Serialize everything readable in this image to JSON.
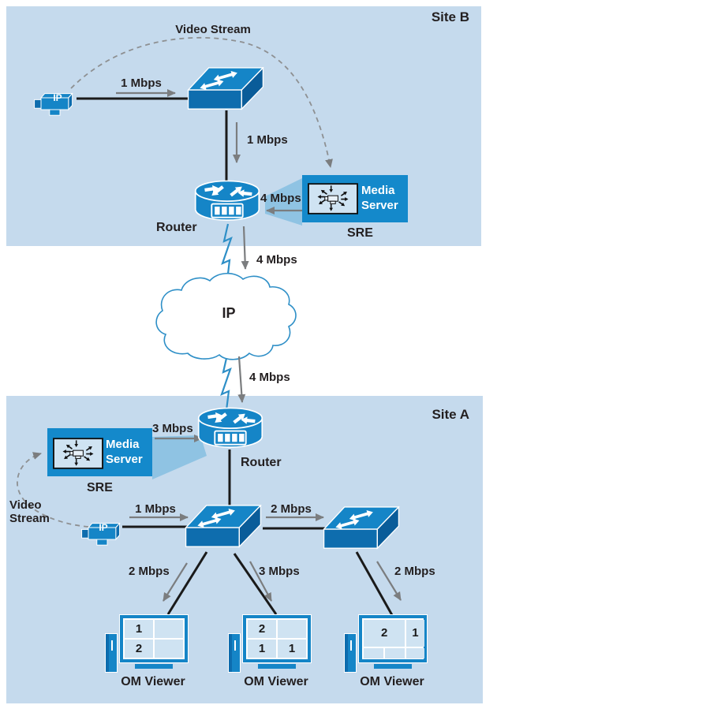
{
  "site_b": {
    "title": "Site B",
    "video_stream": "Video Stream",
    "camera_ip": "IP",
    "cam_to_switch": "1 Mbps",
    "switch_to_router": "1 Mbps",
    "server_to_router": "4 Mbps",
    "router": "Router",
    "media_server": "Media Server",
    "sre": "SRE"
  },
  "wan": {
    "cloud": "IP",
    "siteb_to_cloud": "4 Mbps",
    "cloud_to_sitea": "4 Mbps"
  },
  "site_a": {
    "title": "Site A",
    "video_stream": "Video Stream",
    "camera_ip": "IP",
    "server_to_router": "3 Mbps",
    "router": "Router",
    "sre": "SRE",
    "media_server": "Media Server",
    "cam_to_switch": "1 Mbps",
    "switch_to_switch": "2 Mbps",
    "viewers": [
      {
        "label": "OM Viewer",
        "link": "2 Mbps",
        "cells": {
          "tl": "1",
          "tr": "",
          "bl": "2",
          "br": ""
        }
      },
      {
        "label": "OM Viewer",
        "link": "3 Mbps",
        "cells": {
          "tl": "2",
          "tr": "",
          "bl": "1",
          "br": "1"
        }
      },
      {
        "label": "OM Viewer",
        "link": "2 Mbps",
        "cells": {
          "main": "2",
          "side": "1"
        }
      }
    ]
  },
  "colors": {
    "panel": "#c5daed",
    "device_blue": "#1585c7",
    "device_dark": "#0d6cae",
    "media_box": "#1489cb",
    "beam": "#8fc3e3",
    "line_black": "#1a1a1a",
    "arrow_gray": "#7b7d7f",
    "wan_blue": "#2e8fc7",
    "text": "#231f20"
  }
}
